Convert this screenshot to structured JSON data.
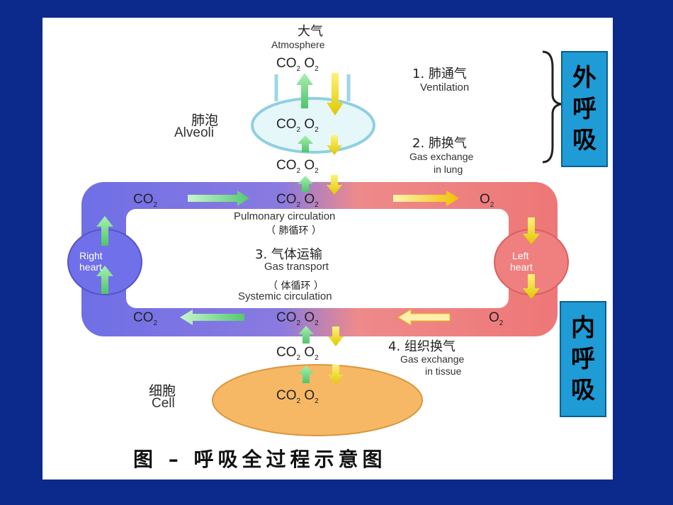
{
  "atmosphere": {
    "zh": "大气",
    "en": "Atmosphere"
  },
  "alveoli": {
    "zh": "肺泡",
    "en": "Alveoli"
  },
  "cell": {
    "zh": "细胞",
    "en": "Cell"
  },
  "gas": {
    "co2": "CO",
    "o2": "O",
    "sub": "2"
  },
  "steps": {
    "ventilation": {
      "zh": "1. 肺通气",
      "en": "Ventilation"
    },
    "lung_exchange": {
      "zh": "2. 肺换气",
      "en1": "Gas exchange",
      "en2": "in lung"
    },
    "transport": {
      "zh": "3. 气体运输",
      "en": "Gas transport"
    },
    "tissue_exchange": {
      "zh": "4. 组织换气",
      "en1": "Gas exchange",
      "en2": "in tissue"
    }
  },
  "circulation": {
    "pulmonary_en": "Pulmonary circulation",
    "pulmonary_zh": "（ 肺循环 ）",
    "systemic_zh": "（ 体循环 ）",
    "systemic_en": "Systemic circulation"
  },
  "heart": {
    "right1": "Right",
    "right2": "heart",
    "left1": "Left",
    "left2": "heart"
  },
  "external_box": [
    "外",
    "呼",
    "吸"
  ],
  "internal_box": [
    "内",
    "呼",
    "吸"
  ],
  "caption": "图 – 呼吸全过程示意图",
  "colors": {
    "background": "#0b2a8c",
    "box": "#1f9bd6",
    "up_arrow": "#7fe08a",
    "down_arrow": "#f2e62a",
    "venous": "#6f6fe6",
    "arterial": "#f07a7a"
  }
}
